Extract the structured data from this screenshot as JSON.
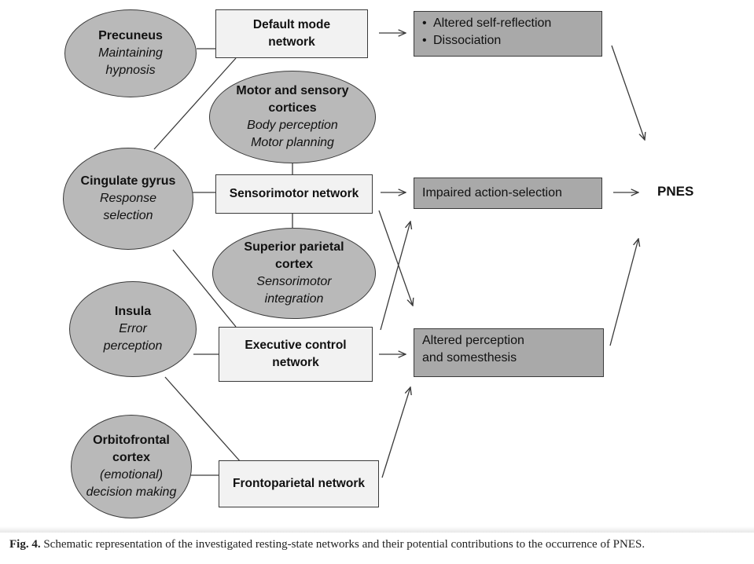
{
  "regions": {
    "precuneus": {
      "title": "Precuneus",
      "sub": [
        "Maintaining",
        "hypnosis"
      ]
    },
    "motor_sensory": {
      "title": [
        "Motor and sensory",
        "cortices"
      ],
      "sub": [
        "Body perception",
        "Motor planning"
      ]
    },
    "cingulate": {
      "title": "Cingulate gyrus",
      "sub": [
        "Response",
        "selection"
      ]
    },
    "superior_parietal": {
      "title": [
        "Superior parietal",
        "cortex"
      ],
      "sub": [
        "Sensorimotor",
        "integration"
      ]
    },
    "insula": {
      "title": "Insula",
      "sub": [
        "Error",
        "perception"
      ]
    },
    "orbitofrontal": {
      "title": [
        "Orbitofrontal",
        "cortex"
      ],
      "sub": [
        "(emotional)",
        "decision making"
      ]
    }
  },
  "networks": {
    "default_mode": [
      "Default mode",
      "network"
    ],
    "sensorimotor": "Sensorimotor network",
    "executive_control": [
      "Executive control",
      "network"
    ],
    "frontoparietal": "Frontoparietal network"
  },
  "outcomes": {
    "self_reflection": [
      "Altered self-reflection",
      "Dissociation"
    ],
    "action_selection": "Impaired action-selection",
    "perception": [
      "Altered perception",
      "and somesthesis"
    ]
  },
  "target": "PNES",
  "caption": {
    "label": "Fig. 4.",
    "text": "Schematic representation of the investigated resting-state networks and their potential contributions to the occurrence of PNES."
  },
  "colors": {
    "oval_fill": "#b9b9b9",
    "network_fill": "#f2f2f2",
    "outcome_fill": "#a9a9a9",
    "stroke": "#3a3a3a"
  }
}
